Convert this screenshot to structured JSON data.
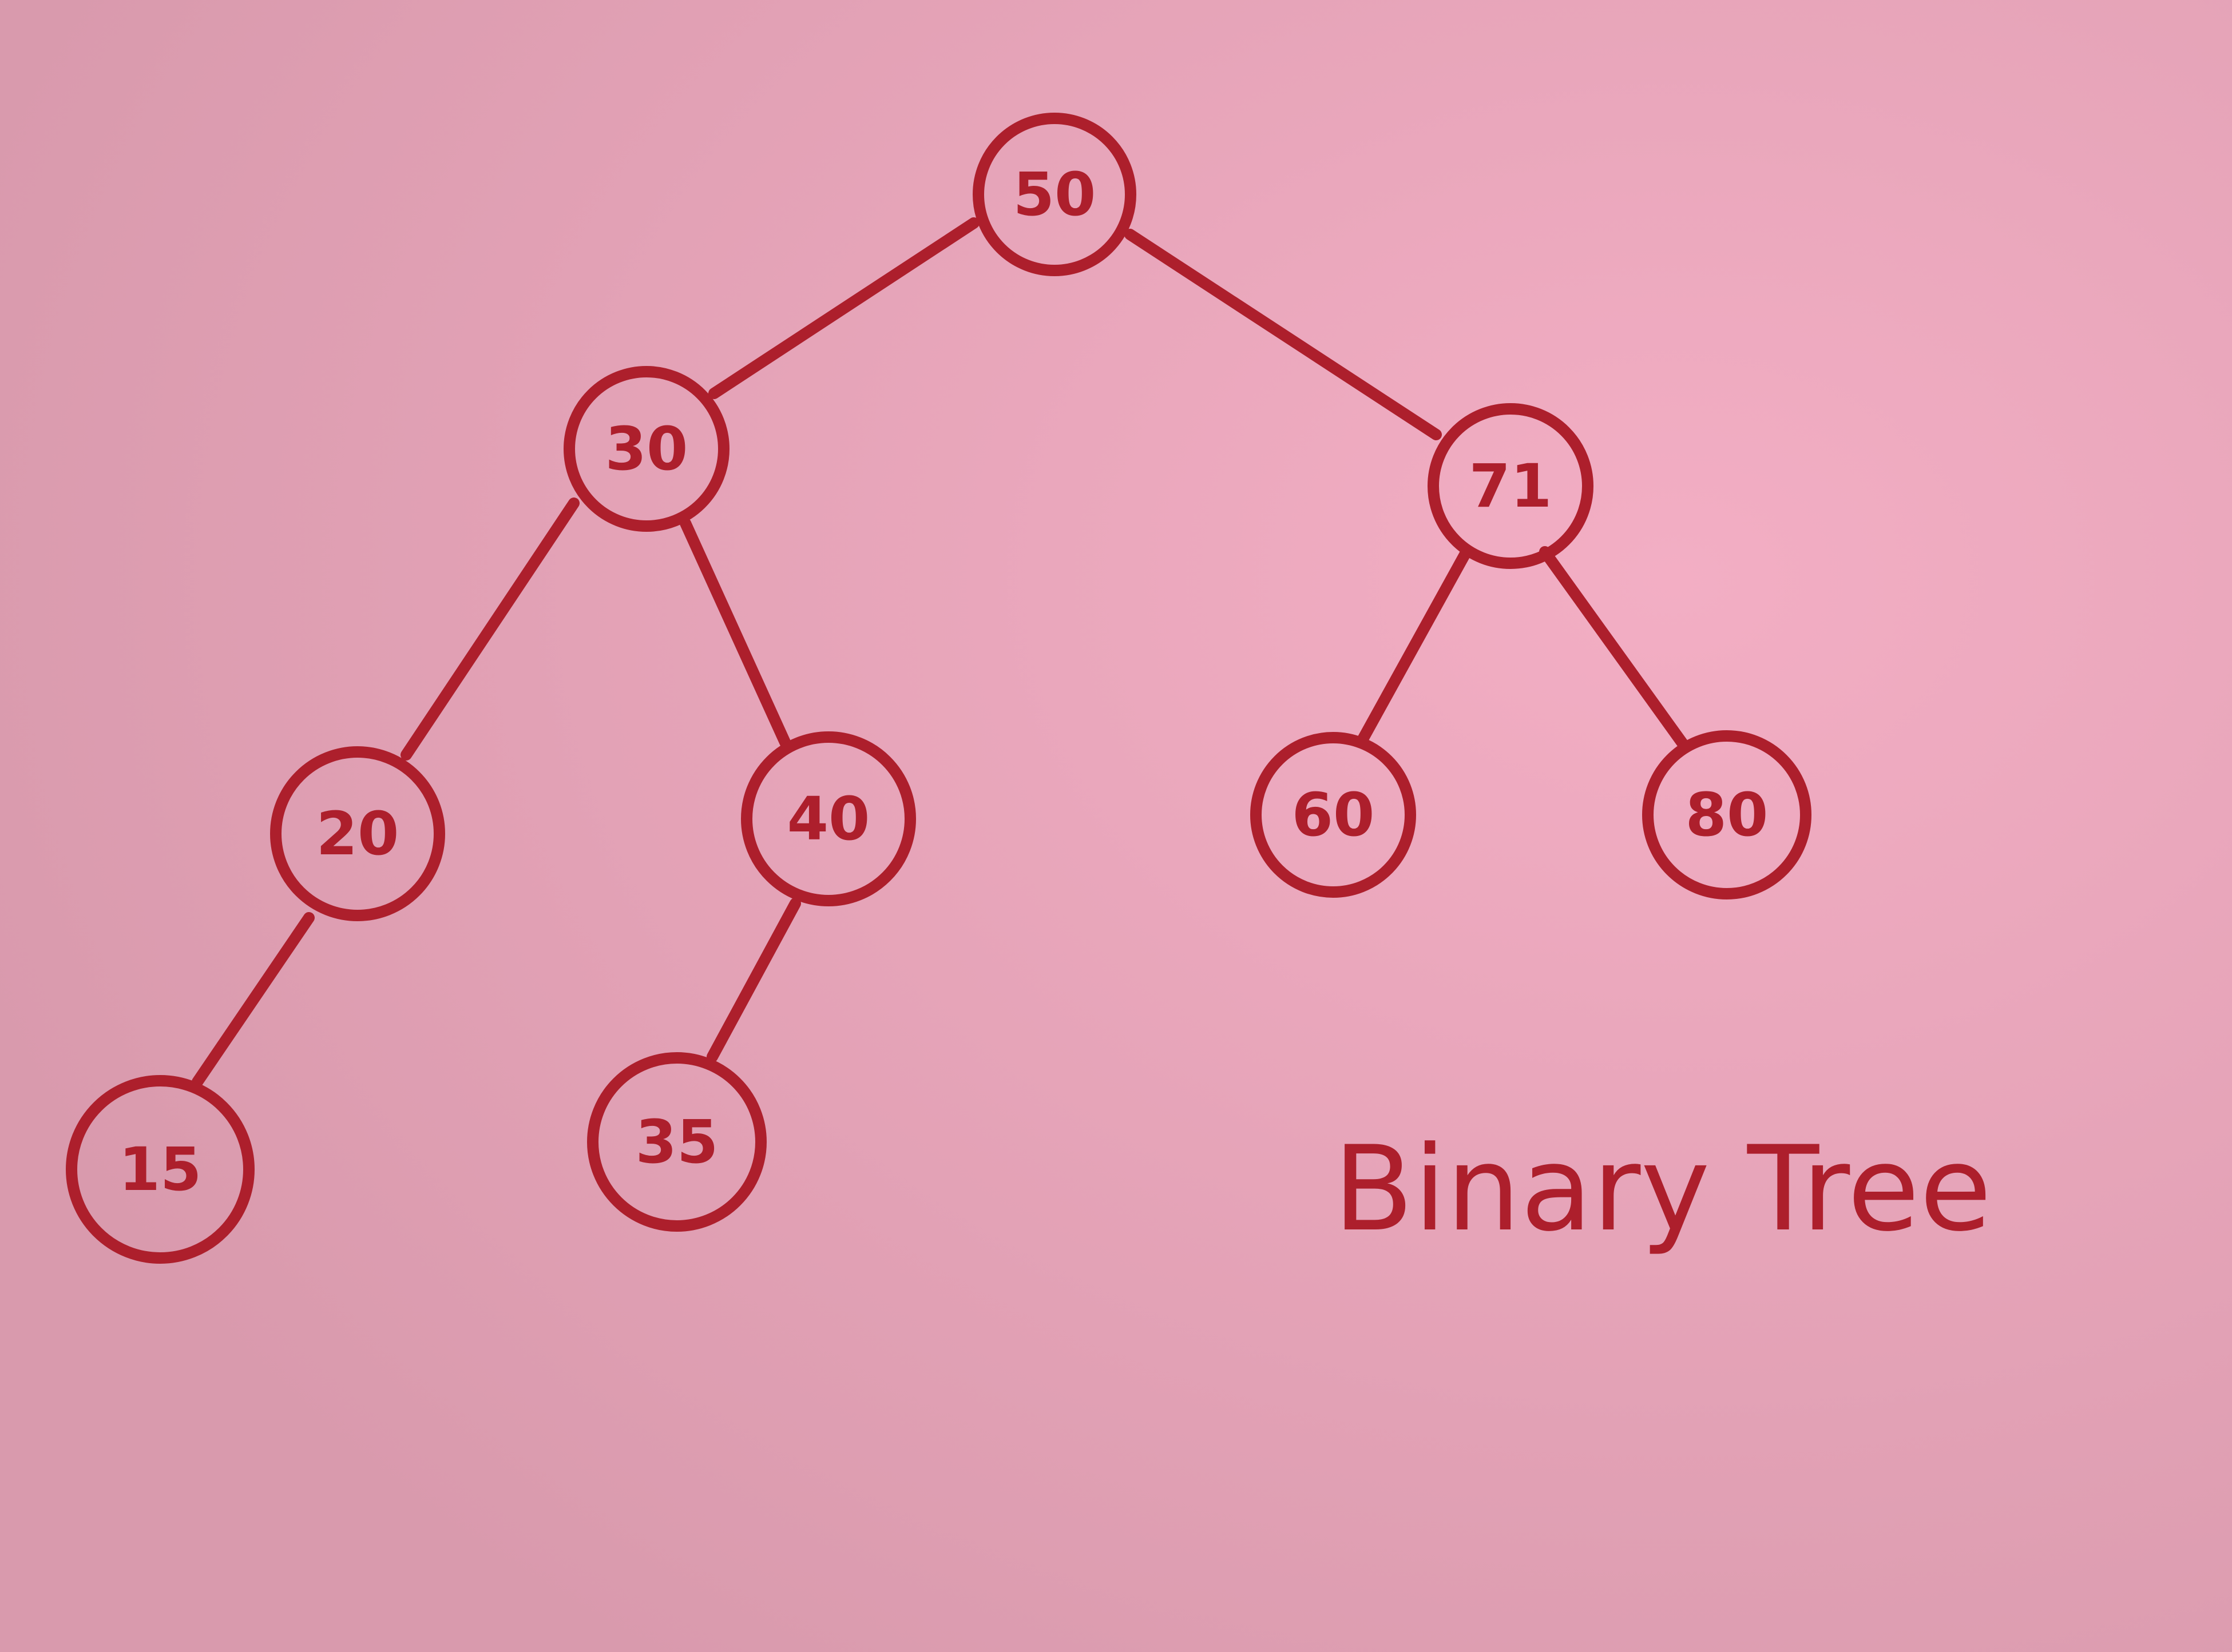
{
  "diagram": {
    "caption": "Binary Tree",
    "ink_color": "#ad1f2c",
    "paper_color": "#e6a6bb",
    "nodes": [
      {
        "id": "n50",
        "label": "50"
      },
      {
        "id": "n30",
        "label": "30"
      },
      {
        "id": "n71",
        "label": "71"
      },
      {
        "id": "n20",
        "label": "20"
      },
      {
        "id": "n40",
        "label": "40"
      },
      {
        "id": "n60",
        "label": "60"
      },
      {
        "id": "n80",
        "label": "80"
      },
      {
        "id": "n15",
        "label": "15"
      },
      {
        "id": "n35",
        "label": "35"
      }
    ],
    "edges": [
      {
        "from": "n50",
        "to": "n30"
      },
      {
        "from": "n50",
        "to": "n71"
      },
      {
        "from": "n30",
        "to": "n20"
      },
      {
        "from": "n30",
        "to": "n40"
      },
      {
        "from": "n71",
        "to": "n60"
      },
      {
        "from": "n71",
        "to": "n80"
      },
      {
        "from": "n20",
        "to": "n15"
      },
      {
        "from": "n40",
        "to": "n35"
      }
    ]
  }
}
